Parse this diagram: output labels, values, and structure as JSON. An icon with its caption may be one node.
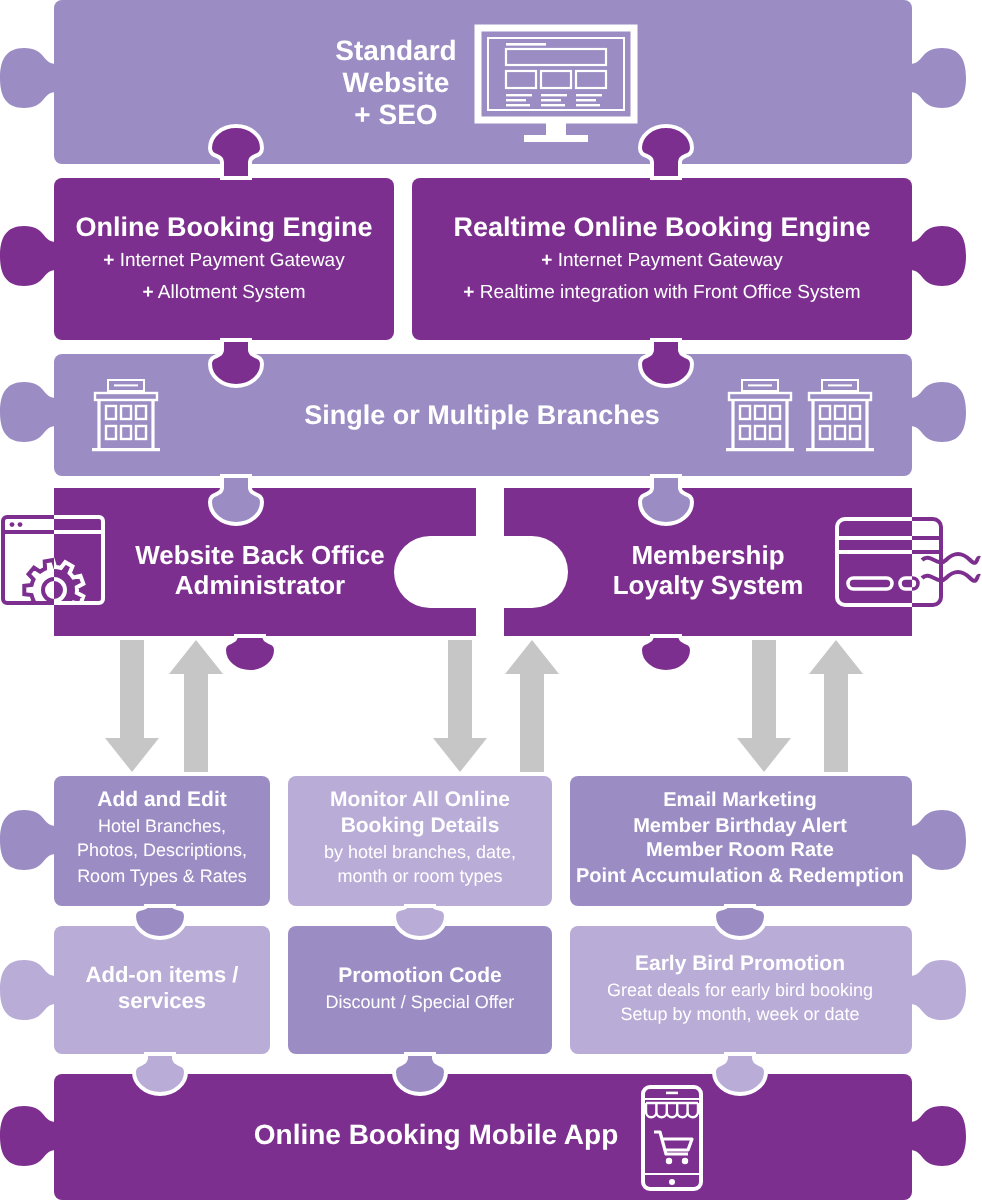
{
  "diagram": {
    "nodes": [
      {
        "text": [
          "Standard Website + SEO"
        ]
      },
      {
        "text": [
          "Online Booking Engine",
          "**+** Internet Payment Gateway",
          "**+** Allotment System"
        ]
      },
      {
        "text": [
          "Realtime Online Booking Engine",
          "**+** Internet Payment Gateway",
          "**+** Realtime integration with Front Office System"
        ]
      },
      {
        "text": [
          "Single or Multiple Branches"
        ]
      },
      {
        "text": [
          "Website Back Office Administrator"
        ]
      },
      {
        "text": [
          "Membership Loyalty System"
        ]
      },
      {
        "text": [
          "Add and Edit",
          "Hotel Branches, Photos, Descriptions, Room Types & Rates"
        ]
      },
      {
        "text": [
          "Monitor All Online Booking Details",
          "by hotel branches, date, month or room types"
        ]
      },
      {
        "text": [
          "Email Marketing",
          "Member Birthday Alert",
          "Member Room Rate",
          "Point Accumulation & Redemption"
        ]
      },
      {
        "text": [
          "Add-on items / services"
        ]
      },
      {
        "text": [
          "Promotion Code",
          "Discount / Special Offer"
        ]
      },
      {
        "text": [
          "Early Bird Promotion",
          "Great deals for early bird booking",
          "Setup by month, week or date"
        ]
      },
      {
        "text": [
          "Online Booking Mobile App"
        ]
      }
    ],
    "edges": [
      {
        "from": 4,
        "to": 6,
        "arrow": "to"
      },
      {
        "from": 6,
        "to": 4,
        "arrow": "to"
      },
      {
        "from": 4,
        "to": 7,
        "arrow": "to"
      },
      {
        "from": 7,
        "to": 5,
        "arrow": "to"
      },
      {
        "from": 5,
        "to": 8,
        "arrow": "to"
      },
      {
        "from": 8,
        "to": 5,
        "arrow": "to"
      }
    ]
  }
}
